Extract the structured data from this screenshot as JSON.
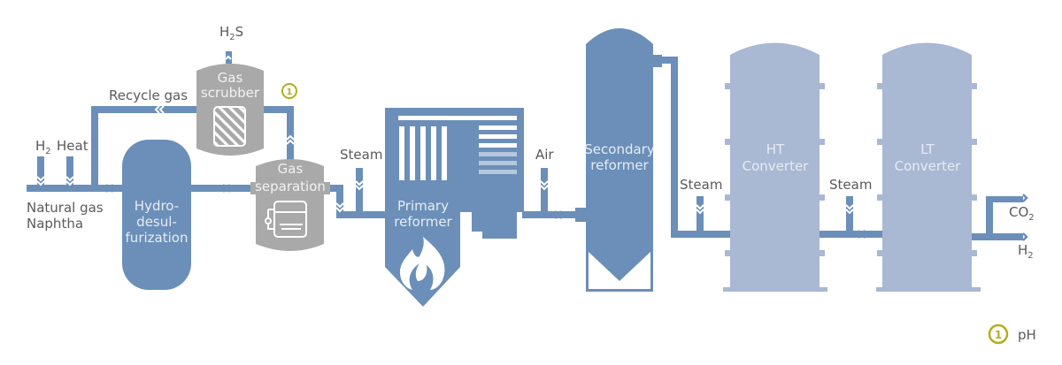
{
  "colors": {
    "vessel_blue": "#6b8fb8",
    "converter_blue": "#a9b8d3",
    "equipment_gray": "#a9a9a9",
    "marker_yellow": "#b5ad1e",
    "text": "#5a5a5a"
  },
  "inputs": {
    "h2": "H",
    "h2_sub": "2",
    "heat": "Heat",
    "feed_line1": "Natural gas",
    "feed_line2": "Naphtha",
    "recycle": "Recycle gas",
    "h2s": "H",
    "h2s_sub": "2",
    "h2s_tail": "S"
  },
  "units": {
    "hydro": [
      "Hydro-",
      "desul-",
      "furization"
    ],
    "scrubber": [
      "Gas",
      "scrubber"
    ],
    "separation": [
      "Gas",
      "separation"
    ],
    "primary": [
      "Primary",
      "reformer"
    ],
    "secondary": [
      "Secondary",
      "reformer"
    ],
    "ht": [
      "HT",
      "Converter"
    ],
    "lt": [
      "LT",
      "Converter"
    ]
  },
  "streams": {
    "steam1": "Steam",
    "air": "Air",
    "steam2": "Steam",
    "steam3": "Steam"
  },
  "outputs": {
    "co2": "CO",
    "co2_sub": "2",
    "h2": "H",
    "h2_sub": "2"
  },
  "markers": {
    "point": "1",
    "legend_number": "1",
    "legend_label": "pH"
  }
}
